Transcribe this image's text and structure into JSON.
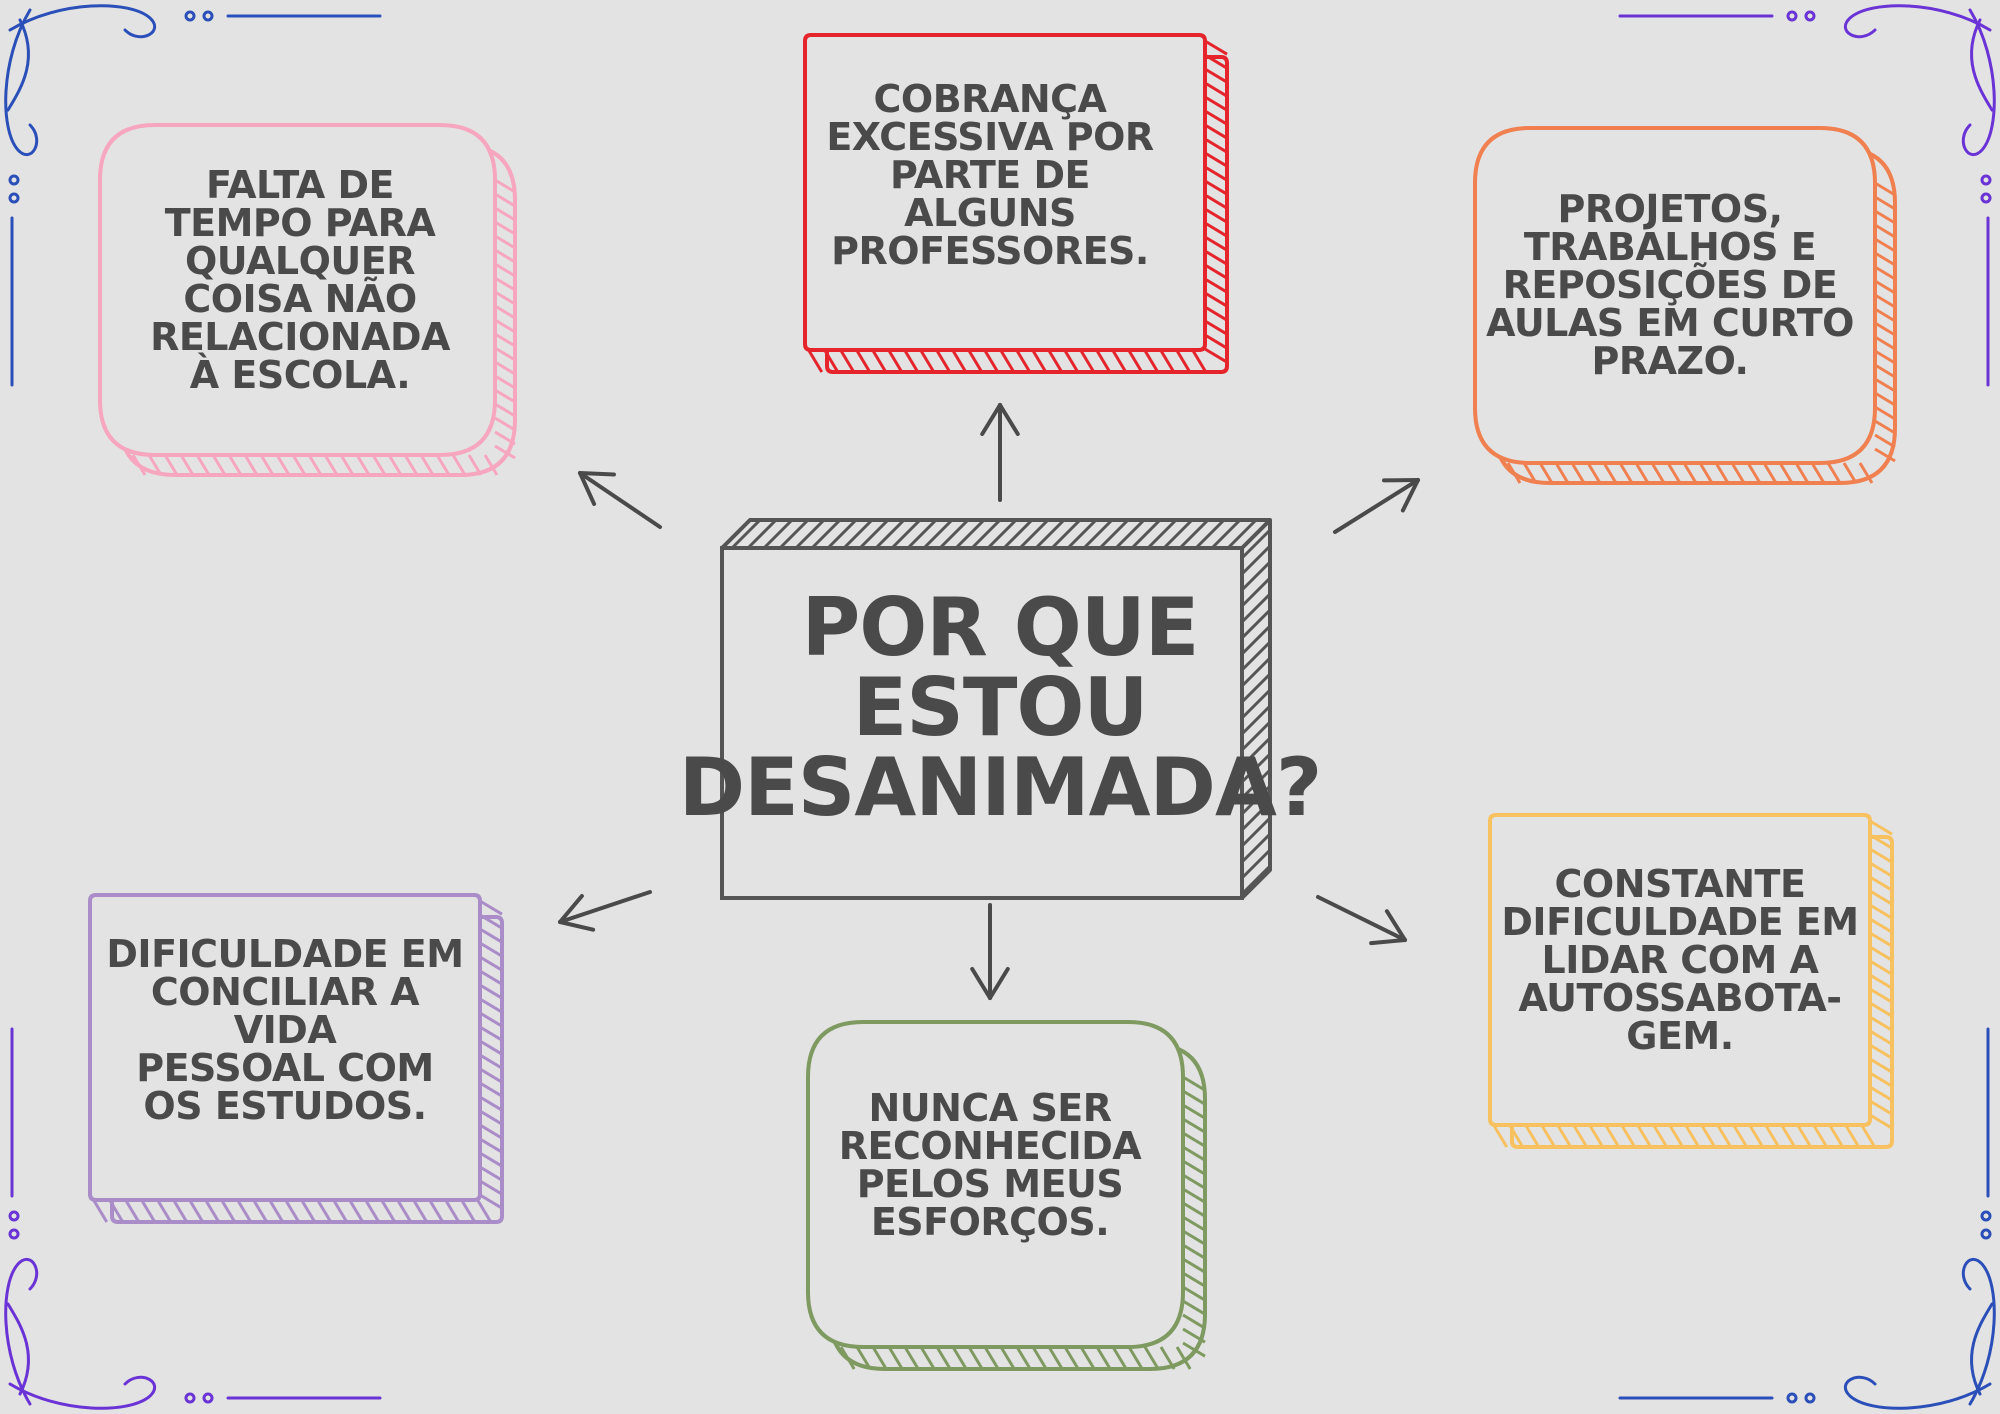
{
  "title": "POR QUE\nESTOU\nDESANIMADA?",
  "colors": {
    "background": "#e3e3e3",
    "center": "#555555",
    "arrow": "#4a4a4a",
    "text": "#4a4a4a",
    "ornament_blue": "#2b4fb8",
    "ornament_purple": "#6a33d6"
  },
  "cards": [
    {
      "id": "tempo",
      "text": "FALTA DE\nTEMPO PARA\nQUALQUER\nCOISA NÃO\nRELACIONADA\nÀ ESCOLA.",
      "color": "#f7a6c0",
      "shape": "rounded"
    },
    {
      "id": "cobranca",
      "text": "COBRANÇA\nEXCESSIVA POR\nPARTE DE\nALGUNS\nPROFESSORES.",
      "color": "#e5242b",
      "shape": "square"
    },
    {
      "id": "projetos",
      "text": "PROJETOS,\nTRABALHOS E\nREPOSIÇÕES DE\nAULAS EM CURTO\nPRAZO.",
      "color": "#f08050",
      "shape": "rounded"
    },
    {
      "id": "conciliar",
      "text": "DIFICULDADE EM\nCONCILIAR A VIDA\nPESSOAL COM\nOS ESTUDOS.",
      "color": "#a98cc8",
      "shape": "square"
    },
    {
      "id": "reconhecida",
      "text": "NUNCA SER\nRECONHECIDA\nPELOS MEUS\nESFORÇOS.",
      "color": "#7e9a60",
      "shape": "rounded"
    },
    {
      "id": "autossabotagem",
      "text": "CONSTANTE\nDIFICULDADE EM\nLIDAR COM A\nAUTOSSABOTA-\nGEM.",
      "color": "#f8c160",
      "shape": "square"
    }
  ]
}
